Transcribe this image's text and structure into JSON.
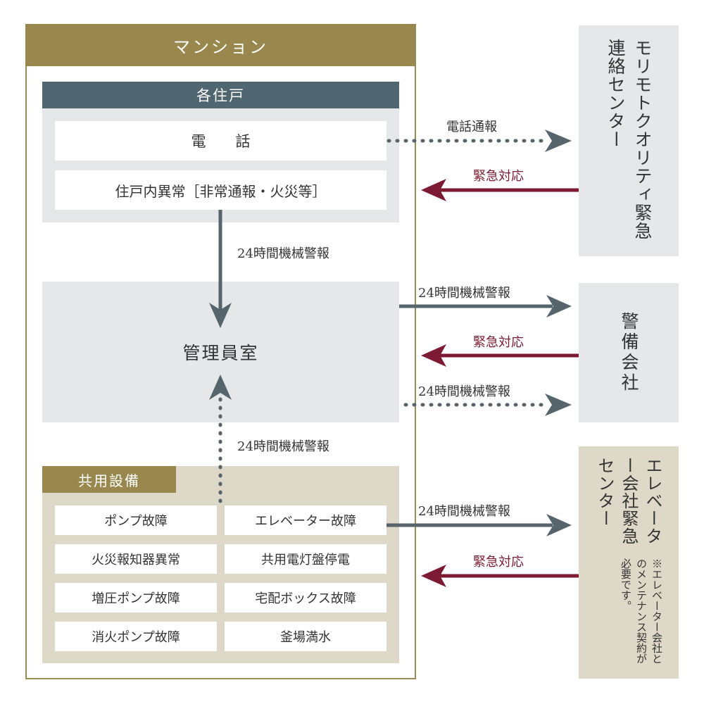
{
  "mansion": {
    "title": "マンション"
  },
  "units": {
    "title": "各住戸",
    "phone": "電話",
    "anomaly": "住戸内異常［非常通報・火災等］"
  },
  "manager_room": {
    "title": "管理員室"
  },
  "common": {
    "title": "共用設備",
    "items": [
      "ポンプ故障",
      "エレベーター故障",
      "火災報知器異常",
      "共用電灯盤停電",
      "増圧ポンプ故障",
      "宅配ボックス故障",
      "消火ポンプ故障",
      "釜場満水"
    ]
  },
  "morimoto": {
    "title": "モリモトクオリティ緊急連絡センター"
  },
  "security": {
    "title": "警備会社"
  },
  "elevator": {
    "title": "エレベーター会社緊急センター",
    "note": "※エレベーター会社とのメンテナンス契約が必要です。"
  },
  "labels": {
    "phone_report": "電話通報",
    "emergency": "緊急対応",
    "alarm": "24時間機械警報"
  },
  "colors": {
    "gold": "#98884e",
    "slate": "#4f6570",
    "arrow_gray": "#56656c",
    "arrow_red": "#7d1a33",
    "light_gray": "#e6e7e8",
    "beige": "#ddd8c8"
  }
}
